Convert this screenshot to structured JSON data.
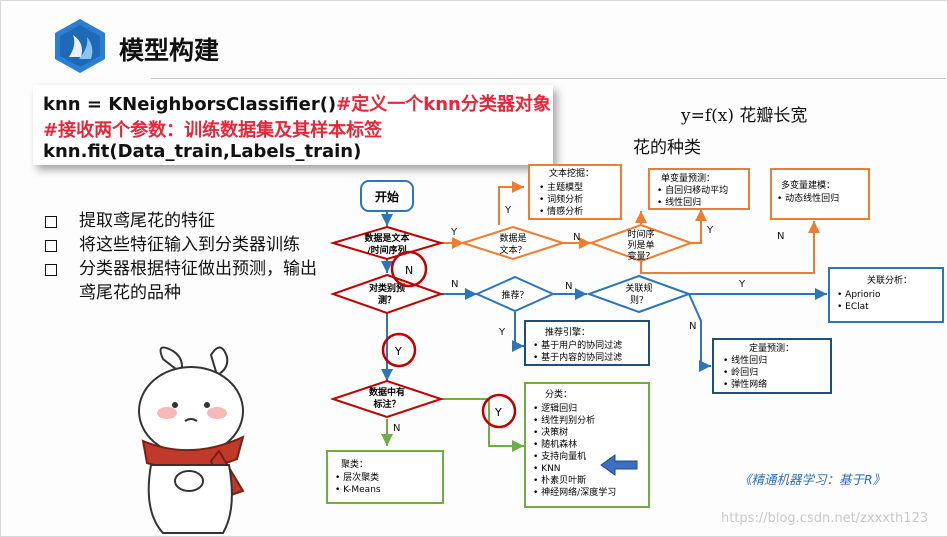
{
  "slide": {
    "title": "模型构建",
    "code": {
      "line1_code": "knn = KNeighborsClassifier()",
      "line1_comment": "#定义一个knn分类器对象",
      "line2_comment": "#接收两个参数：训练数据集及其样本标签",
      "line3_code": "knn.fit(Data_train,Labels_train)"
    },
    "formula": "y=f(x)  花瓣长宽",
    "species": "花的种类",
    "bullets": [
      "提取鸢尾花的特征",
      "将这些特征输入到分类器训练",
      "分类器根据特征做出预测，输出鸢尾花的品种"
    ],
    "book": "《精通机器学习：基于R》",
    "watermark": "https://blog.csdn.net/zxxxth123"
  },
  "flowchart": {
    "start": "开始",
    "d1": [
      "数据是文本",
      "/时间序列"
    ],
    "d2": [
      "对类别预",
      "测？"
    ],
    "d3": [
      "数据中有",
      "标注？"
    ],
    "d_text": [
      "数据是",
      "文本？"
    ],
    "d_time": [
      "时间序",
      "列是单",
      "变量？"
    ],
    "d_rec": "推荐？",
    "d_assoc": [
      "关联规",
      "则？"
    ],
    "textmining": {
      "title": "文本挖掘：",
      "items": [
        "主题模型",
        "词频分析",
        "情感分析"
      ]
    },
    "univariate": {
      "title": "单变量预测：",
      "items": [
        "自回归移动平均",
        "线性回归"
      ]
    },
    "multivariate": {
      "title": "多变量建模：",
      "items": [
        "动态线性回归"
      ]
    },
    "association": {
      "title": "关联分析：",
      "items": [
        "Apriorio",
        "EClat"
      ]
    },
    "recommend": {
      "title": "推荐引擎：",
      "items": [
        "基于用户的协同过滤",
        "基于内容的协同过滤"
      ]
    },
    "quant": {
      "title": "定量预测：",
      "items": [
        "线性回归",
        "岭回归",
        "弹性网络"
      ]
    },
    "classify": {
      "title": "分类：",
      "items": [
        "逻辑回归",
        "线性判别分析",
        "决策树",
        "随机森林",
        "支持向量机",
        "KNN",
        "朴素贝叶斯",
        "神经网络/深度学习"
      ]
    },
    "cluster": {
      "title": "聚类：",
      "items": [
        "层次聚类",
        "K-Means"
      ]
    },
    "labels": {
      "Y": "Y",
      "N": "N"
    },
    "colors": {
      "blue": "#2e75b6",
      "orange": "#ed7d31",
      "green": "#70ad47",
      "dark": "#1f4e79",
      "red": "#c00000"
    }
  }
}
